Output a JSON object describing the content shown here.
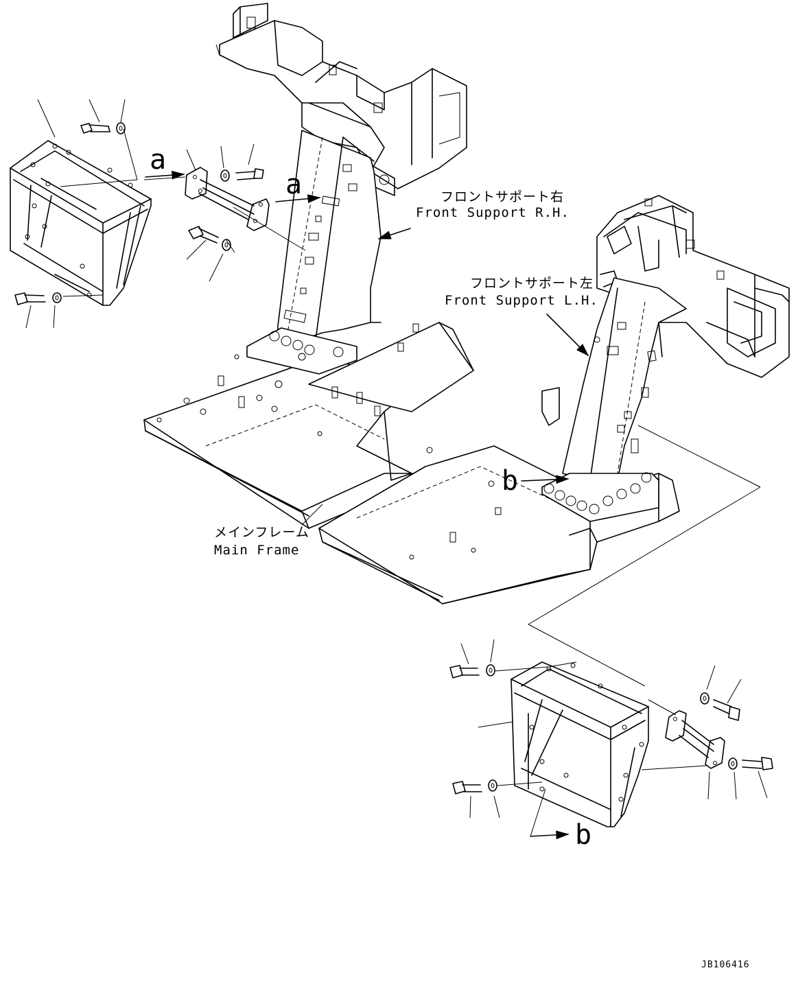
{
  "labels": {
    "front_support_rh_jp": "フロントサポート右",
    "front_support_rh_en": "Front Support R.H.",
    "front_support_lh_jp": "フロントサポート左",
    "front_support_lh_en": "Front Support L.H.",
    "main_frame_jp": "メインフレーム",
    "main_frame_en": "Main Frame",
    "ref_a": "a",
    "ref_b": "b",
    "drawing_code": "JB106416"
  }
}
